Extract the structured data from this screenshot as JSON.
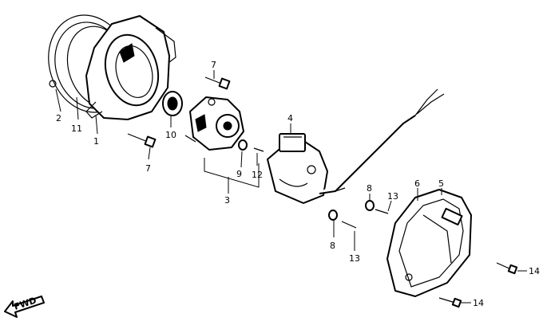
{
  "callouts": [
    {
      "id": "c2",
      "text": "2"
    },
    {
      "id": "c11",
      "text": "11"
    },
    {
      "id": "c1",
      "text": "1"
    },
    {
      "id": "c10",
      "text": "10"
    },
    {
      "id": "c7a",
      "text": "7"
    },
    {
      "id": "c7b",
      "text": "7"
    },
    {
      "id": "c9",
      "text": "9"
    },
    {
      "id": "c3",
      "text": "3"
    },
    {
      "id": "c12",
      "text": "12"
    },
    {
      "id": "c4",
      "text": "4"
    },
    {
      "id": "c8a",
      "text": "8"
    },
    {
      "id": "c13a",
      "text": "13"
    },
    {
      "id": "c6",
      "text": "6"
    },
    {
      "id": "c5",
      "text": "5"
    },
    {
      "id": "c8b",
      "text": "8"
    },
    {
      "id": "c13b",
      "text": "13"
    },
    {
      "id": "c14a",
      "text": "14"
    },
    {
      "id": "c14b",
      "text": "14"
    }
  ],
  "fwd_label": "FWD"
}
